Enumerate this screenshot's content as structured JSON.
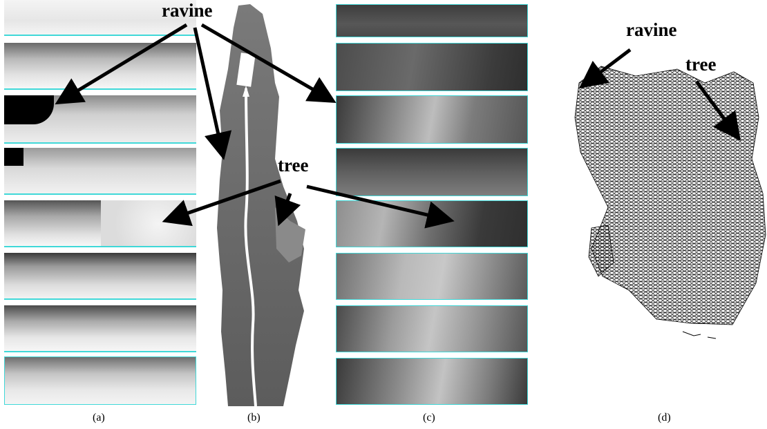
{
  "figure": {
    "labels": {
      "ravine_left": "ravine",
      "tree_center": "tree",
      "ravine_right": "ravine",
      "tree_right": "tree"
    },
    "captions": {
      "a": "(a)",
      "b": "(b)",
      "c": "(c)",
      "d": "(d)"
    },
    "colors": {
      "strip_border": "#3fd8d8",
      "arrow": "#000000",
      "path": "#ffffff",
      "terrain_fill": "#6b6b6b"
    },
    "panel_a_strip_count": 8,
    "panel_c_strip_count": 8
  }
}
